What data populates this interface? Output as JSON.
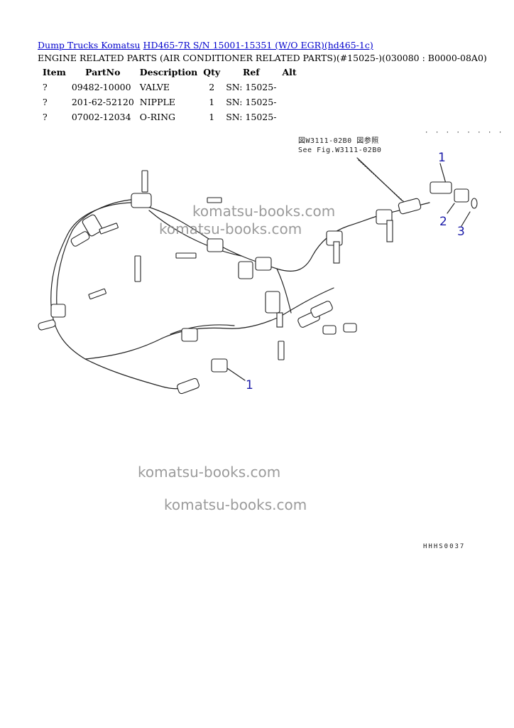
{
  "breadcrumb": {
    "link1": "Dump Trucks Komatsu",
    "link2": "HD465-7R S/N 15001-15351 (W/O EGR)(hd465-1c)"
  },
  "subtitle": "ENGINE RELATED PARTS (AIR CONDITIONER RELATED PARTS)(#15025-)(030080 : B0000-08A0)",
  "table": {
    "headers": [
      "Item",
      "PartNo",
      "Description",
      "Qty",
      "Ref",
      "Alt"
    ],
    "rows": [
      {
        "item": "?",
        "partno": "09482-10000",
        "description": "VALVE",
        "qty": "2",
        "ref": "SN: 15025-",
        "alt": ""
      },
      {
        "item": "?",
        "partno": "201-62-52120",
        "description": "NIPPLE",
        "qty": "1",
        "ref": "SN: 15025-",
        "alt": ""
      },
      {
        "item": "?",
        "partno": "07002-12034",
        "description": "O-RING",
        "qty": "1",
        "ref": "SN: 15025-",
        "alt": ""
      }
    ]
  },
  "diagram": {
    "ref_note_line1": "図W3111-02B0 図参照",
    "ref_note_line2": "See Fig.W3111-02B0",
    "callouts": [
      "1",
      "2",
      "3",
      "1"
    ],
    "figure_code": "HHHS0037",
    "dotted_mark": "· · · · · · · ·"
  },
  "watermarks": [
    "komatsu-books.com",
    "komatsu-books.com",
    "komatsu-books.com",
    "komatsu-books.com"
  ],
  "colors": {
    "link": "#0000cc",
    "callout": "#1a1aa8",
    "watermark": "#8a8a8a"
  }
}
